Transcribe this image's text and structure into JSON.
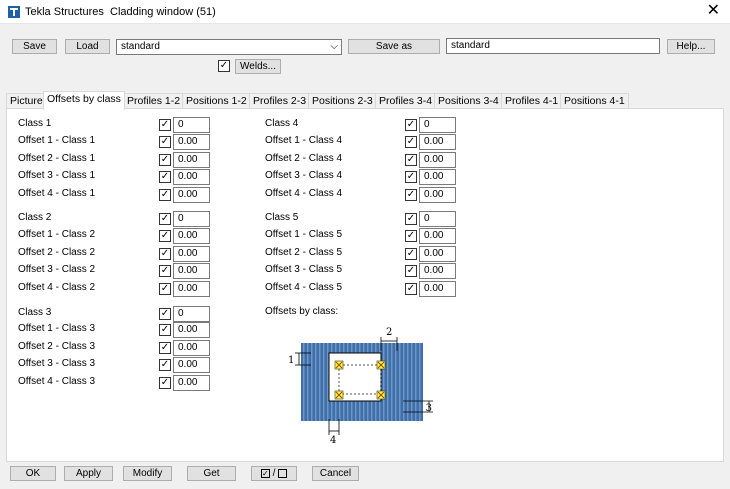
{
  "window": {
    "app_name": "Tekla Structures",
    "title": "Cladding window (51)",
    "close_glyph": "✕"
  },
  "toolbar": {
    "save_label": "Save",
    "load_label": "Load",
    "preset_value": "standard",
    "save_as_label": "Save as",
    "save_as_value": "standard",
    "help_label": "Help...",
    "welds_label": "Welds...",
    "welds_checked": true
  },
  "tabs": [
    {
      "label": "Picture"
    },
    {
      "label": "Offsets by class",
      "active": true
    },
    {
      "label": "Profiles 1-2"
    },
    {
      "label": "Positions 1-2"
    },
    {
      "label": "Profiles 2-3"
    },
    {
      "label": "Positions 2-3"
    },
    {
      "label": "Profiles 3-4"
    },
    {
      "label": "Positions 3-4"
    },
    {
      "label": "Profiles 4-1"
    },
    {
      "label": "Positions 4-1"
    }
  ],
  "classes": [
    {
      "rows": [
        {
          "label": "Class 1",
          "value": "0"
        },
        {
          "label": "Offset 1 - Class 1",
          "value": "0.00"
        },
        {
          "label": "Offset 2 - Class 1",
          "value": "0.00"
        },
        {
          "label": "Offset 3 - Class 1",
          "value": "0.00"
        },
        {
          "label": "Offset 4 - Class 1",
          "value": "0.00"
        }
      ]
    },
    {
      "rows": [
        {
          "label": "Class 2",
          "value": "0"
        },
        {
          "label": "Offset 1 - Class 2",
          "value": "0.00"
        },
        {
          "label": "Offset 2 - Class 2",
          "value": "0.00"
        },
        {
          "label": "Offset 3 - Class 2",
          "value": "0.00"
        },
        {
          "label": "Offset 4 - Class 2",
          "value": "0.00"
        }
      ]
    },
    {
      "rows": [
        {
          "label": "Class 3",
          "value": "0"
        },
        {
          "label": "Offset 1 - Class 3",
          "value": "0.00"
        },
        {
          "label": "Offset 2 - Class 3",
          "value": "0.00"
        },
        {
          "label": "Offset 3 - Class 3",
          "value": "0.00"
        },
        {
          "label": "Offset 4 - Class 3",
          "value": "0.00"
        }
      ]
    },
    {
      "rows": [
        {
          "label": "Class 4",
          "value": "0"
        },
        {
          "label": "Offset 1 - Class 4",
          "value": "0.00"
        },
        {
          "label": "Offset 2 - Class 4",
          "value": "0.00"
        },
        {
          "label": "Offset 3 - Class 4",
          "value": "0.00"
        },
        {
          "label": "Offset 4 - Class 4",
          "value": "0.00"
        }
      ]
    },
    {
      "rows": [
        {
          "label": "Class 5",
          "value": "0"
        },
        {
          "label": "Offset 1 - Class 5",
          "value": "0.00"
        },
        {
          "label": "Offset 2 - Class 5",
          "value": "0.00"
        },
        {
          "label": "Offset 3 - Class 5",
          "value": "0.00"
        },
        {
          "label": "Offset 4 - Class 5",
          "value": "0.00"
        }
      ]
    }
  ],
  "diagram": {
    "title": "Offsets by class:",
    "label_1": "1",
    "label_2": "2",
    "label_3": "3",
    "label_4": "4"
  },
  "bottom": {
    "ok_label": "OK",
    "apply_label": "Apply",
    "modify_label": "Modify",
    "get_label": "Get",
    "toggle_label": "/",
    "cancel_label": "Cancel"
  },
  "colors": {
    "cladding_blue": "#3f6fa8",
    "marker_yellow": "#ffff33"
  }
}
